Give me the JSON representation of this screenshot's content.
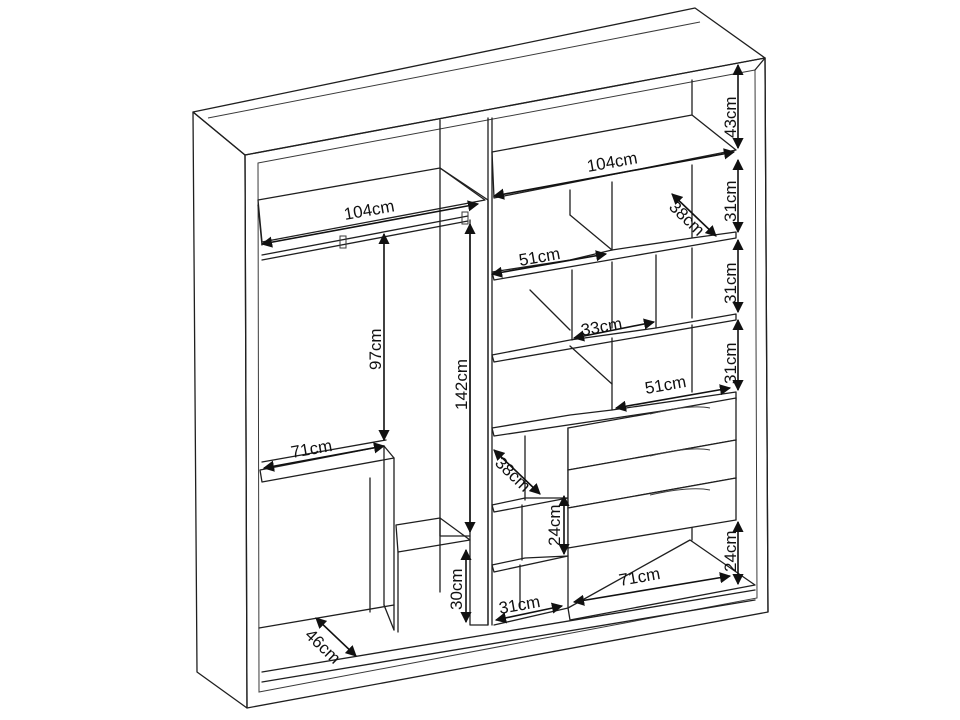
{
  "diagram": {
    "dimension_labels": {
      "top_right_height": "43cm",
      "top_right_width": "104cm",
      "top_left_width": "104cm",
      "row1_height": "31cm",
      "row1_depth": "38cm",
      "row1_shelf_width": "51cm",
      "row2_height": "31cm",
      "row2_mid_width": "33cm",
      "row3_height": "31cm",
      "row3_width": "51cm",
      "hanging_height": "97cm",
      "long_hanging_height": "142cm",
      "lower_rail_width": "71cm",
      "small_shelf_depth": "38cm",
      "small_shelf_height": "24cm",
      "bottom_left_height": "30cm",
      "bottom_small_width": "31cm",
      "bottom_right_width": "71cm",
      "bottom_right_height": "24cm",
      "floor_depth": "46cm"
    },
    "colors": {
      "line": "#1f1f1f",
      "background": "#ffffff"
    },
    "arrow_icon": "double-headed-arrow"
  }
}
